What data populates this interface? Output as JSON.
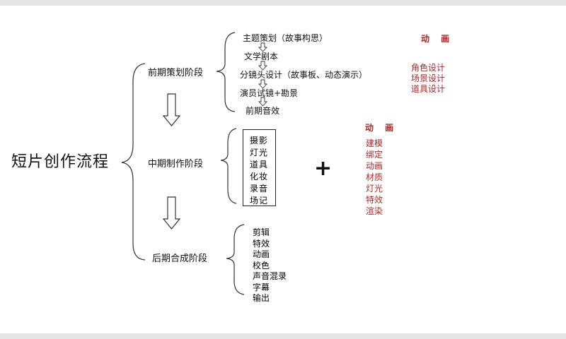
{
  "title": "短片创作流程",
  "stages": [
    {
      "label": "前期策划阶段",
      "steps": [
        "主题策划（故事构思）",
        "文学剧本",
        "分镜头设计（故事板、动态演示）",
        "演员试镜+勘景",
        "前期音效"
      ],
      "animation": {
        "heading": "动 画",
        "items": [
          "角色设计",
          "场景设计",
          "道具设计"
        ]
      }
    },
    {
      "label": "中期制作阶段",
      "steps": [
        "摄影",
        "灯光",
        "道具",
        "化妆",
        "录音",
        "场记"
      ],
      "plus": "+",
      "animation": {
        "heading": "动 画",
        "items": [
          "建模",
          "绑定",
          "动画",
          "材质",
          "灯光",
          "特效",
          "渲染"
        ]
      }
    },
    {
      "label": "后期合成阶段",
      "steps": [
        "剪辑",
        "特效",
        "动画",
        "校色",
        "声音混录",
        "字幕",
        "输出"
      ]
    }
  ],
  "colors": {
    "accent": "#b02525",
    "line": "#333333"
  }
}
